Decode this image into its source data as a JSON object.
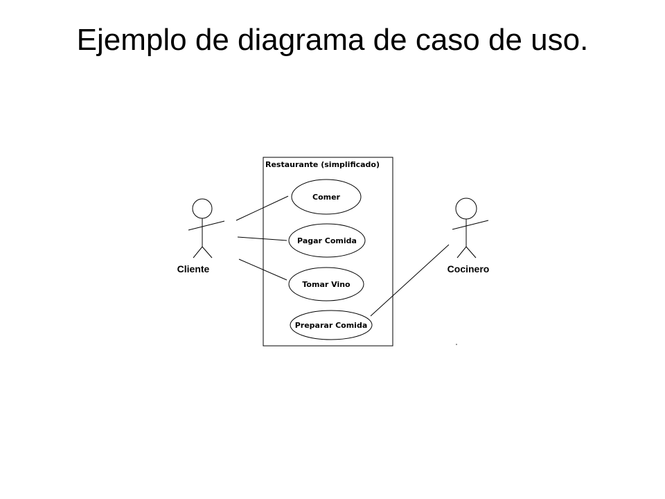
{
  "title": "Ejemplo de diagrama de caso de uso.",
  "diagram": {
    "system_label": "Restaurante (simplificado)",
    "use_cases": [
      {
        "label": "Comer"
      },
      {
        "label": "Pagar Comida"
      },
      {
        "label": "Tomar Vino"
      },
      {
        "label": "Preparar Comida"
      }
    ],
    "actors": [
      {
        "label": "Cliente"
      },
      {
        "label": "Cocinero"
      }
    ]
  },
  "colors": {
    "stroke": "#000000",
    "background": "#ffffff"
  }
}
